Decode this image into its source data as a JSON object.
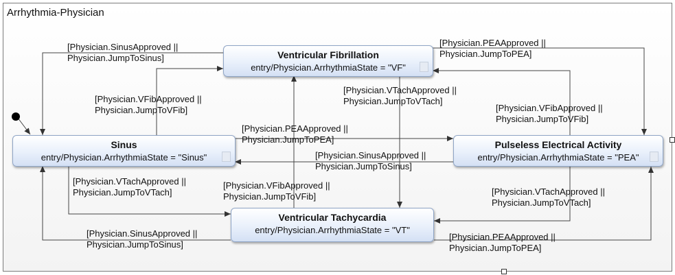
{
  "diagram": {
    "title": "Arrhythmia-Physician",
    "states": {
      "vf": {
        "name": "Ventricular Fibrillation",
        "action": "entry/Physician.ArrhythmiaState = \"VF\""
      },
      "sinus": {
        "name": "Sinus",
        "action": "entry/Physician.ArrhythmiaState = \"Sinus\""
      },
      "pea": {
        "name": "Pulseless Electrical Activity",
        "action": "entry/Physician.ArrhythmiaState = \"PEA\""
      },
      "vt": {
        "name": "Ventricular Tachycardia",
        "action": "entry/Physician.ArrhythmiaState = \"VT\""
      }
    },
    "transitions": {
      "vf_to_sinus": "[Physician.SinusApproved ||\nPhysician.JumpToSinus]",
      "pea_to_vf_top": "[Physician.PEAApproved ||\nPhysician.JumpToPEA]",
      "sinus_to_vf": "[Physician.VFibApproved ||\nPhysician.JumpToVFib]",
      "vf_to_vt": "[Physician.VTachApproved ||\nPhysician.JumpToVTach]",
      "pea_to_vf": "[Physician.VFibApproved ||\nPhysician.JumpToVFib]",
      "sinus_to_pea": "[Physician.PEAApproved ||\nPhysician.JumpToPEA]",
      "pea_to_sinus": "[Physician.SinusApproved ||\nPhysician.JumpToSinus]",
      "sinus_to_vt": "[Physician.VTachApproved ||\nPhysician.JumpToVTach]",
      "vt_to_vf": "[Physician.VFibApproved ||\nPhysician.JumpToVFib]",
      "pea_to_vt": "[Physician.VTachApproved ||\nPhysician.JumpToVTach]",
      "vt_to_sinus": "[Physician.SinusApproved ||\nPhysician.JumpToSinus]",
      "vt_to_pea": "[Physician.PEAApproved ||\nPhysician.JumpToPEA]"
    }
  }
}
